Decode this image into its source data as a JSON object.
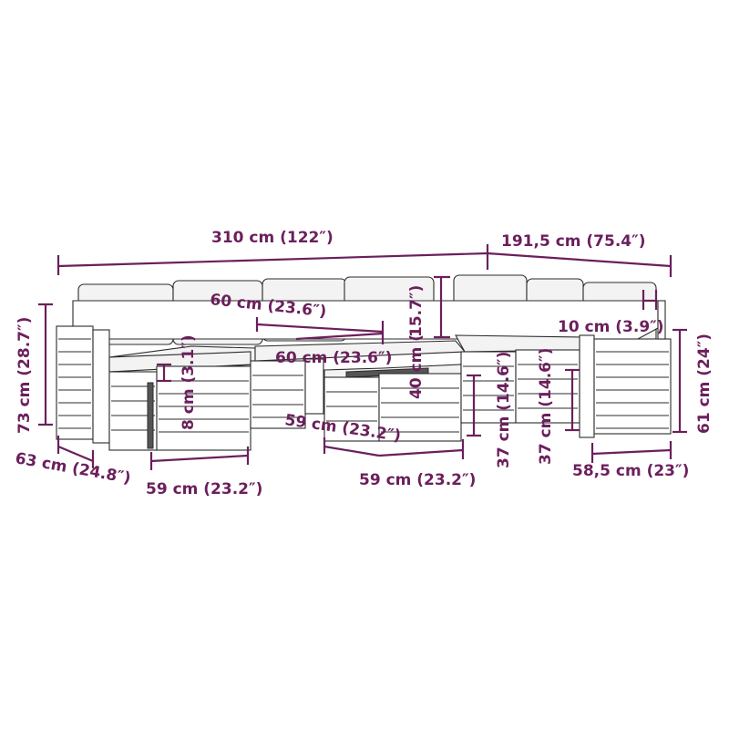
{
  "dimensions": {
    "total_width": "310 cm (122″)",
    "corner_width": "191,5 cm (75.4″)",
    "seat_width_top": "60 cm (23.6″)",
    "seat_width_mid": "60 cm (23.6″)",
    "cushion_height": "15.7″)",
    "cushion_height_cm": "40 cm (",
    "armrest_width": "10 cm (3.9″)",
    "total_height": "73 cm (28.7″)",
    "ottoman_height_right": "61 cm (24″)",
    "cushion_thickness": "8 cm (3.1″)",
    "depth": "63 cm (24.8″)",
    "ottoman_width_left": "59 cm (23.2″)",
    "table_depth": "59 cm (23.2″)",
    "table_width": "59 cm (23.2″)",
    "seat_height_a": "37 cm (14.6″)",
    "seat_height_b": "37 cm (14.6″)",
    "ottoman_width_right": "58,5 cm (23″)"
  },
  "colors": {
    "dimension": "#6b1f5c",
    "outline": "#2b2b2b"
  }
}
